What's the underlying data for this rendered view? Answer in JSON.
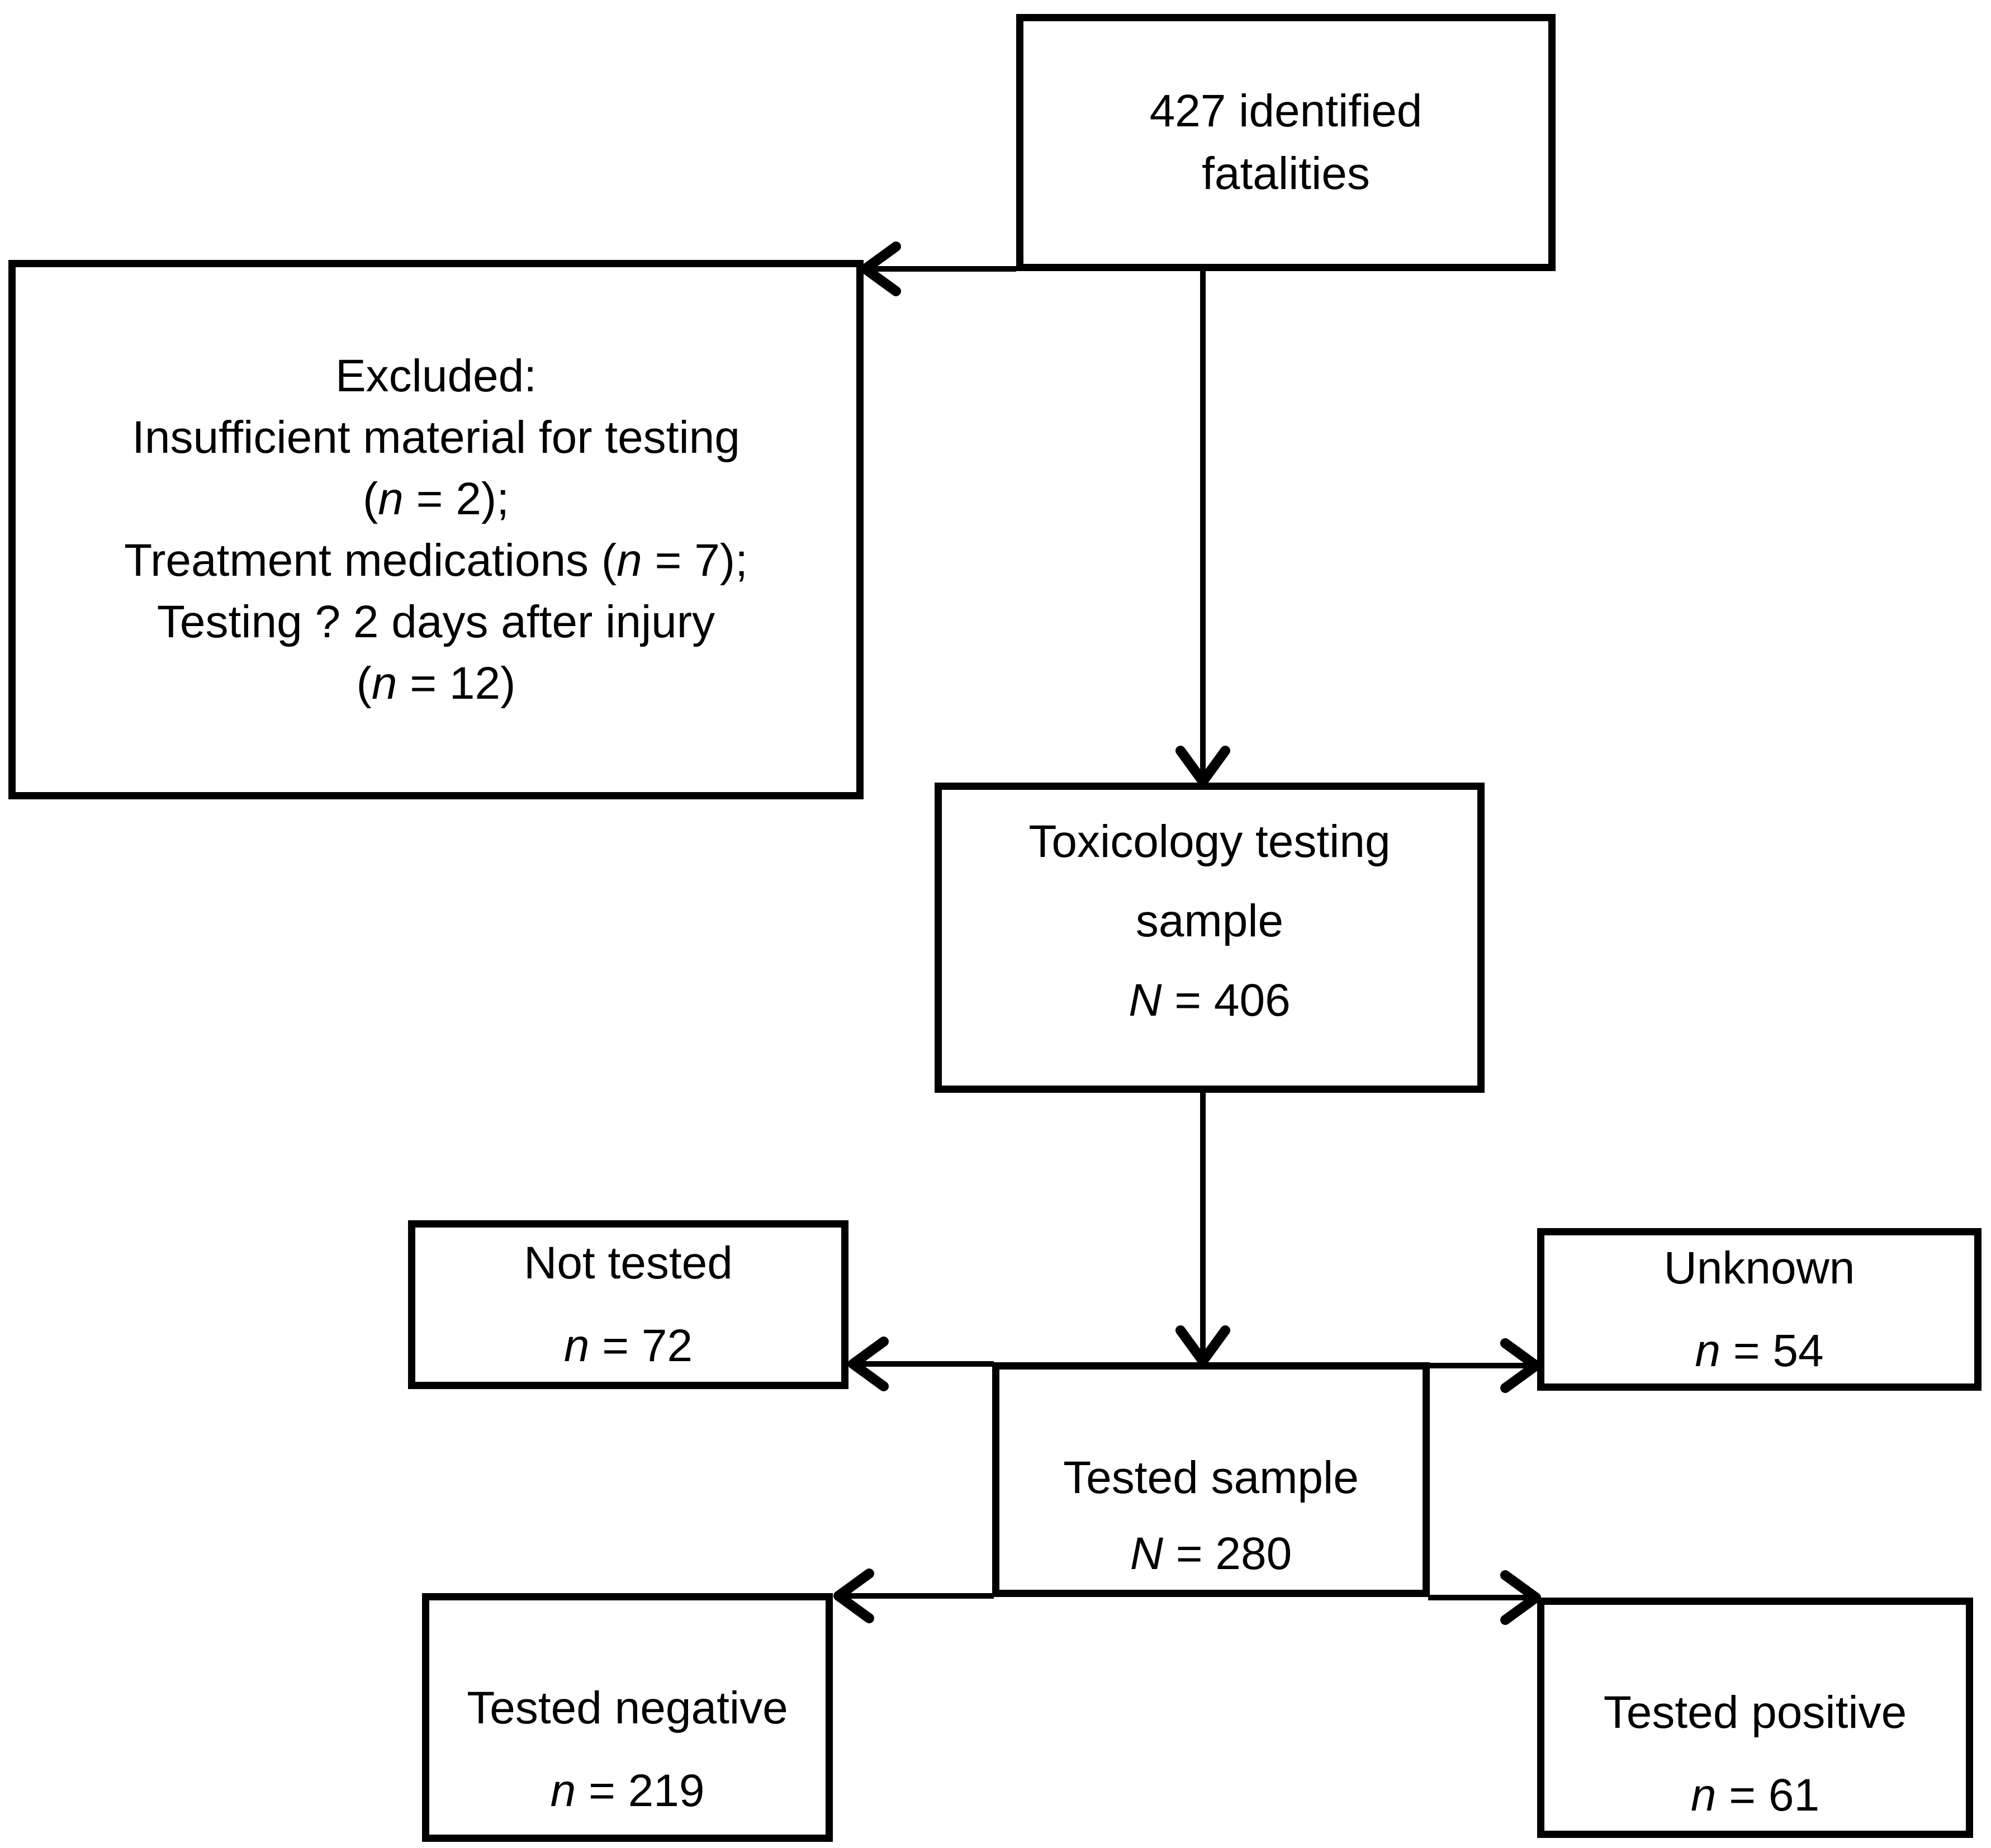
{
  "figure": {
    "type": "flowchart",
    "background_color": "#ffffff",
    "line_color": "#000000",
    "text_color": "#000000"
  },
  "boxes": {
    "identified": {
      "line1": "427 identified",
      "line2": "fatalities"
    },
    "excluded": {
      "line1": "Excluded:",
      "line2": "Insufficient material for testing",
      "line3_pre": "(",
      "line3_var": "n",
      "line3_post": " = 2);",
      "line4_pre": "Treatment medications (",
      "line4_var": "n",
      "line4_post": " = 7);",
      "line5": "Testing ? 2 days after injury",
      "line6_pre": "(",
      "line6_var": "n",
      "line6_post": " = 12)"
    },
    "toxicology": {
      "line1": "Toxicology testing",
      "line2": "sample",
      "n_var": "N",
      "n_val": " = 406"
    },
    "not_tested": {
      "line1": "Not tested",
      "n_var": "n",
      "n_val": " = 72"
    },
    "unknown": {
      "line1": "Unknown",
      "n_var": "n",
      "n_val": " = 54"
    },
    "tested_sample": {
      "line1": "Tested sample",
      "n_var": "N",
      "n_val": " = 280"
    },
    "tested_negative": {
      "line1": "Tested negative",
      "n_var": "n",
      "n_val": " = 219"
    },
    "tested_positive": {
      "line1": "Tested positive",
      "n_var": "n",
      "n_val": " = 61"
    }
  },
  "connectors": [
    {
      "from": "identified",
      "to": "excluded",
      "direction": "left"
    },
    {
      "from": "identified",
      "to": "toxicology",
      "direction": "down"
    },
    {
      "from": "toxicology",
      "to": "tested_sample",
      "direction": "down"
    },
    {
      "from": "tested_sample",
      "to": "not_tested",
      "direction": "left"
    },
    {
      "from": "tested_sample",
      "to": "unknown",
      "direction": "right"
    },
    {
      "from": "tested_sample",
      "to": "tested_negative",
      "direction": "left"
    },
    {
      "from": "tested_sample",
      "to": "tested_positive",
      "direction": "right"
    }
  ]
}
